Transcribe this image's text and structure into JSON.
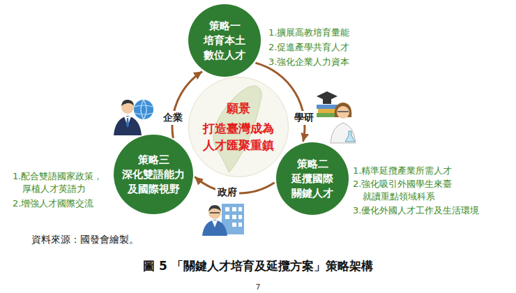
{
  "diagram": {
    "caption": "圖 5 「關鍵人才培育及延攬方案」策略架構",
    "nodes": [
      {
        "text": [
          "策略一",
          "培育本土 數位人才"
        ]
      },
      {
        "text": [
          "願景",
          "打造臺灣成為 人才匯聚重鎮"
        ]
      },
      {
        "text": [
          "策略三",
          "深化雙語能力 及國際視野"
        ]
      },
      {
        "text": [
          "策略二",
          "延攬國際 關鍵人才"
        ]
      }
    ],
    "edges": [
      {
        "from": 0,
        "to": 3,
        "arrow": "to",
        "label": "學研"
      },
      {
        "from": 3,
        "to": 2,
        "arrow": "to",
        "label": "政府"
      },
      {
        "from": 2,
        "to": 0,
        "arrow": "to",
        "label": "企業"
      }
    ],
    "labels": [
      "1.擴展高教培育量能",
      "2.促進產學共育人才",
      "3.強化企業人力資本",
      "1.配合雙語國家政策， 厚植人才英語力",
      "2.增強人才國際交流",
      "1.精準延攬產業所需人才",
      "2.強化吸引外國學生來臺 就讀重點領域科系",
      "3.優化外國人才工作及生活環境",
      "資料來源：國發會繪製。",
      "7"
    ]
  }
}
